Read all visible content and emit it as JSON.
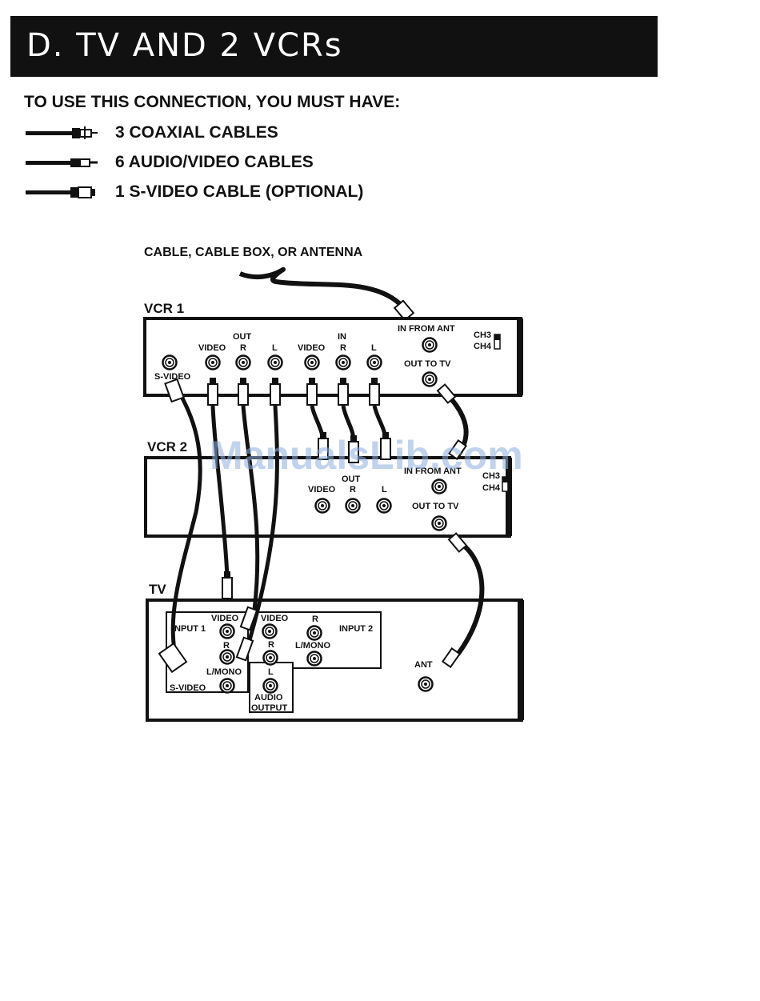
{
  "header": {
    "title": "D. TV AND 2 VCRs"
  },
  "requirements": {
    "title": "TO USE THIS CONNECTION, YOU MUST HAVE:",
    "items": [
      {
        "icon": "coaxial-cable-icon",
        "label": "3 COAXIAL CABLES"
      },
      {
        "icon": "audio-video-cable-icon",
        "label": "6 AUDIO/VIDEO CABLES"
      },
      {
        "icon": "s-video-cable-icon",
        "label": "1 S-VIDEO CABLE (OPTIONAL)"
      }
    ]
  },
  "diagram": {
    "source_label": "CABLE, CABLE BOX, OR ANTENNA",
    "vcr1": {
      "label": "VCR 1",
      "out_label": "OUT",
      "in_label": "IN",
      "video": "VIDEO",
      "r": "R",
      "l": "L",
      "s_video": "S-VIDEO",
      "in_from_ant": "IN FROM ANT",
      "out_to_tv": "OUT TO TV",
      "ch3": "CH3",
      "ch4": "CH4"
    },
    "vcr2": {
      "label": "VCR 2",
      "out_label": "OUT",
      "video": "VIDEO",
      "r": "R",
      "l": "L",
      "in_from_ant": "IN FROM ANT",
      "out_to_tv": "OUT TO TV",
      "ch3": "CH3",
      "ch4": "CH4"
    },
    "tv": {
      "label": "TV",
      "input1": "INPUT 1",
      "input2": "INPUT 2",
      "video": "VIDEO",
      "r": "R",
      "l_mono": "L/MONO",
      "s_video": "S-VIDEO",
      "audio_output_1": "AUDIO",
      "audio_output_2": "OUTPUT",
      "l": "L",
      "ant": "ANT"
    }
  },
  "watermark": "ManualsLib.com"
}
